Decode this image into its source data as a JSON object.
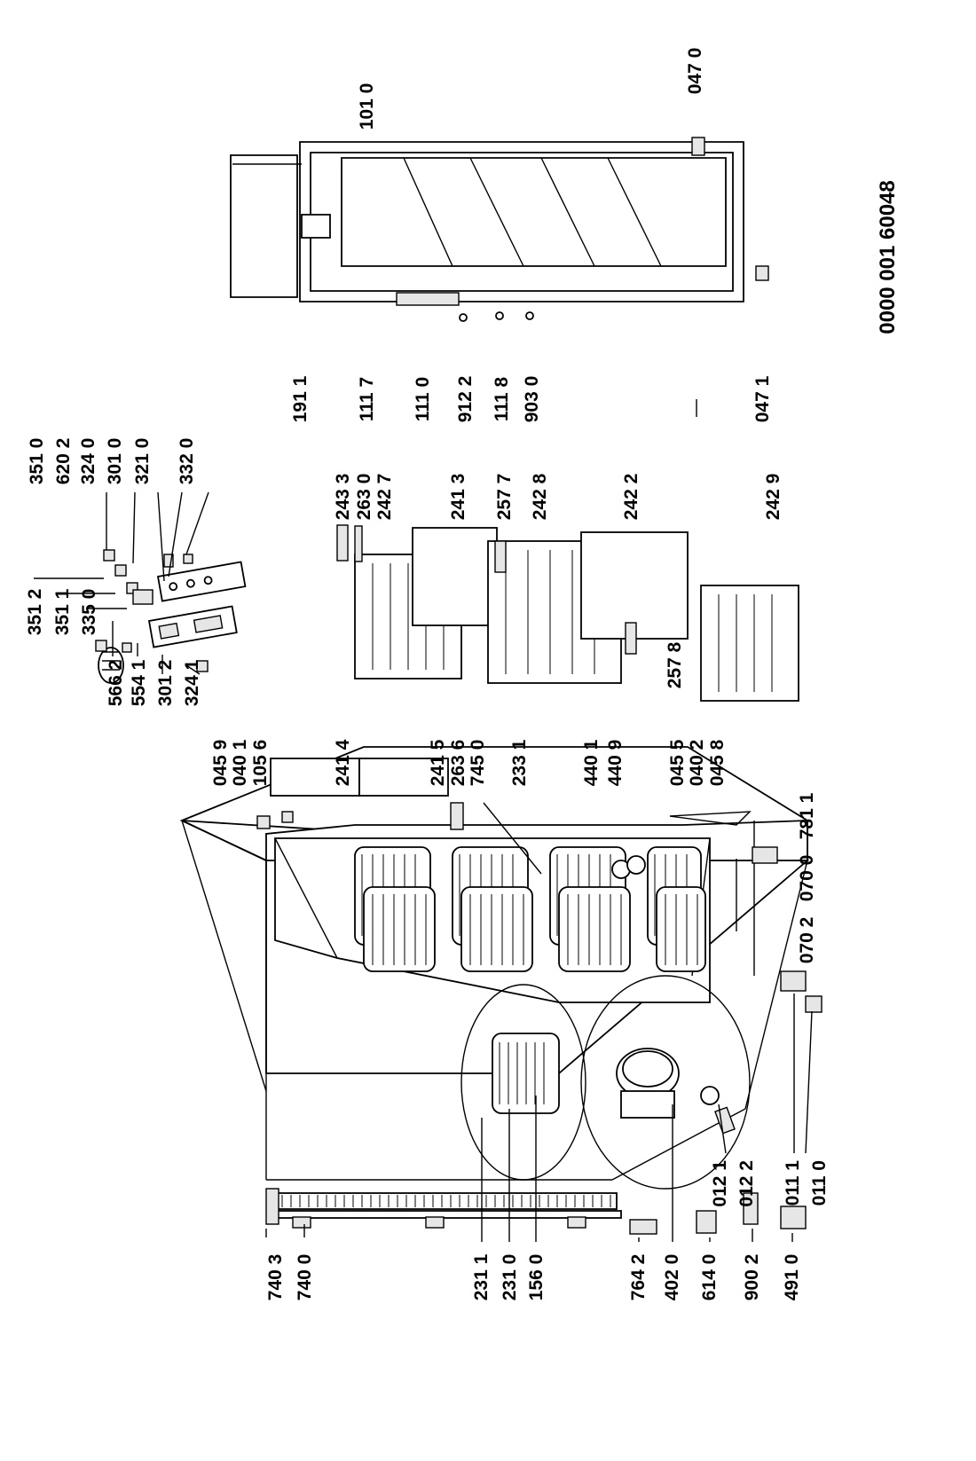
{
  "document_number": "0000 001 60048",
  "labels": {
    "l_7403": "740 3",
    "l_7400": "740 0",
    "l_2311": "231 1",
    "l_2310": "231 0",
    "l_1560": "156 0",
    "l_7642": "764 2",
    "l_4020": "402 0",
    "l_6140": "614 0",
    "l_9002": "900 2",
    "l_4910": "491 0",
    "l_0121": "012 1",
    "l_0122": "012 2",
    "l_0111": "011 1",
    "l_0110": "011 0",
    "l_0702": "070 2",
    "l_0700": "070 0",
    "l_7811": "781 1",
    "l_3512": "351 2",
    "l_3511": "351 1",
    "l_3350": "335 0",
    "l_5662": "566 2",
    "l_5541": "554 1",
    "l_3012": "301 2",
    "l_3241": "324 1",
    "l_0459": "045 9",
    "l_0401": "040 1",
    "l_1056": "105 6",
    "l_2414": "241 4",
    "l_2415": "241 5",
    "l_2636": "263 6",
    "l_7450": "745 0",
    "l_2331": "233 1",
    "l_4401": "440 1",
    "l_4409": "440 9",
    "l_0455": "045 5",
    "l_0402": "040 2",
    "l_0458": "045 8",
    "l_3510": "351 0",
    "l_6202": "620 2",
    "l_3240": "324 0",
    "l_3010": "301 0",
    "l_3210": "321 0",
    "l_3320": "332 0",
    "l_2433": "243 3",
    "l_2630": "263 0",
    "l_2427": "242 7",
    "l_2413": "241 3",
    "l_2577": "257 7",
    "l_2428": "242 8",
    "l_2422": "242 2",
    "l_2578": "257 8",
    "l_2429": "242 9",
    "l_1911": "191 1",
    "l_1117": "111 7",
    "l_1110": "111 0",
    "l_9122": "912 2",
    "l_1118": "111 8",
    "l_9030": "903 0",
    "l_0471": "047 1",
    "l_1010": "101 0",
    "l_0470": "047 0"
  }
}
